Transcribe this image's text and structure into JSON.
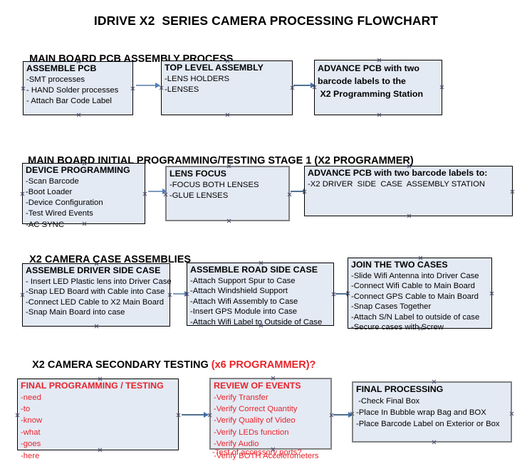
{
  "title": "IDRIVE X2  SERIES CAMERA PROCESSING FLOWCHART",
  "colors": {
    "box_fill": "#e4eaf4",
    "box_border": "#000000",
    "box_border_gray": "#828282",
    "arrow": "#7e9bbf",
    "accent_red": "#e8232a",
    "text": "#000000",
    "background": "#ffffff"
  },
  "sections": [
    {
      "heading": "MAIN BOARD PCB ASSEMBLY PROCESS",
      "heading_accent": "",
      "boxes": [
        {
          "title": "ASSEMBLE PCB",
          "lines": [
            "-SMT processes",
            "- HAND Solder processes",
            "- Attach Bar Code Label"
          ]
        },
        {
          "title": "TOP LEVEL ASSEMBLY",
          "lines": [
            "-LENS HOLDERS",
            "-LENSES"
          ]
        },
        {
          "title": "ADVANCE PCB with two",
          "lines": [
            "barcode labels to the",
            " X2 Programming Station"
          ]
        }
      ]
    },
    {
      "heading": "MAIN BOARD INITIAL PROGRAMMING/TESTING STAGE 1 (X2 PROGRAMMER)",
      "heading_accent": "",
      "boxes": [
        {
          "title": "DEVICE PROGRAMMING",
          "lines": [
            "-Scan Barcode",
            "-Boot Loader",
            "-Device Configuration",
            "-Test Wired Events",
            "-AC SYNC"
          ]
        },
        {
          "title": "LENS FOCUS",
          "lines": [
            "-FOCUS BOTH LENSES",
            "-GLUE LENSES"
          ]
        },
        {
          "title": "ADVANCE PCB with two barcode labels to:",
          "lines": [
            "-X2 DRIVER  SIDE  CASE  ASSEMBLY STATION"
          ]
        }
      ]
    },
    {
      "heading": "X2 CAMERA CASE ASSEMBLIES",
      "heading_accent": "",
      "boxes": [
        {
          "title": "ASSEMBLE DRIVER SIDE CASE",
          "lines": [
            "- Insert LED Plastic lens into Driver Case",
            "-Snap LED Board with Cable into Case",
            "-Connect LED Cable to X2 Main Board",
            "-Snap Main Board into case"
          ]
        },
        {
          "title": "ASSEMBLE ROAD SIDE CASE",
          "lines": [
            "-Attach Support Spur to Case",
            "-Attach Windshield Support",
            "-Attach Wifi Assembly to Case",
            "-Insert GPS Module into Case",
            "-Attach Wifi Label to Outside of Case"
          ]
        },
        {
          "title": "JOIN THE TWO CASES",
          "lines": [
            "-Slide Wifi Antenna into Driver Case",
            "-Connect Wifi Cable to Main Board",
            "-Connect GPS Cable to Main Board",
            "-Snap Cases Together",
            "-Attach S/N Label to outside of case",
            "-Secure cases with Screw"
          ]
        }
      ]
    },
    {
      "heading": "X2 CAMERA SECONDARY TESTING ",
      "heading_accent": "(x6 PROGRAMMER)?",
      "boxes": [
        {
          "title": "FINAL PROGRAMMING / TESTING",
          "lines": [
            "-need",
            "-to",
            "-know",
            "-what",
            "-goes",
            "-here"
          ]
        },
        {
          "title": "REVIEW OF EVENTS",
          "lines": [
            "-Verify Transfer",
            "-Verify Correct Quantity",
            "-Verify Quality of Video",
            "-Verify LEDs function",
            "-Verify Audio",
            "-Verify BOTH Accelerometers"
          ],
          "overflow_line": "-Test of accessory ports?"
        },
        {
          "title": "FINAL PROCESSING",
          "lines": [
            " -Check Final Box",
            "-Place In Bubble wrap Bag and BOX",
            "-Place Barcode Label on Exterior or Box"
          ]
        }
      ]
    }
  ]
}
